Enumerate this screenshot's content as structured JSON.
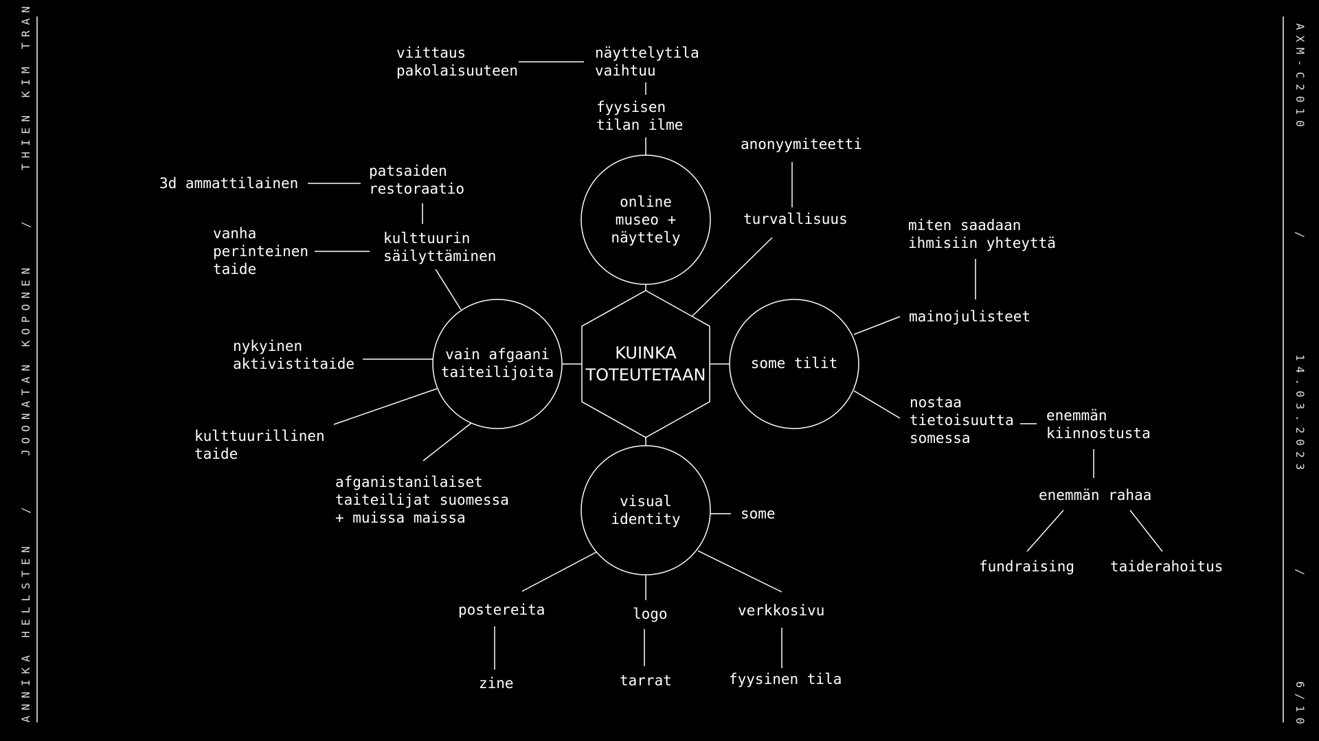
{
  "side_left": {
    "author1": "ANNIKA HELLSTEN",
    "sep1": "/",
    "author2": "JOONATAN KOPONEN",
    "sep2": "/",
    "author3": "THIEN KIM TRAN"
  },
  "side_right": {
    "course": "AXM-C2010",
    "sep1": "/",
    "date": "14.03.2023",
    "sep2": "/",
    "page": "6/10"
  },
  "center": "KUINKA\nTOTEUTETAAN",
  "hubs": {
    "online": "online\nmuseo +\nnäyttely",
    "afgaani": "vain afgaani\ntaiteilijoita",
    "some": "some tilit",
    "visual": "visual\nidentity"
  },
  "nodes": {
    "viittaus": "viittaus\npakolaisuuteen",
    "nayttelytila": "näyttelytila\nvaihtuu",
    "fyysisen": "fyysisen\ntilan ilme",
    "anonyymiteetti": "anonyymiteetti",
    "turvallisuus": "turvallisuus",
    "ammattilainen": "3d ammattilainen",
    "patsaiden": "patsaiden\nrestoraatio",
    "vanha": "vanha\nperinteinen\ntaide",
    "kulttuurin": "kulttuurin\nsäilyttäminen",
    "nykyinen": "nykyinen\naktivistitaide",
    "kulttuurillinen": "kulttuurillinen\ntaide",
    "afganistanilaiset": "afganistanilaiset\ntaiteilijat suomessa\n+ muissa maissa",
    "miten": "miten saadaan\nihmisiin yhteyttä",
    "mainojulisteet": "mainojulisteet",
    "nostaa": "nostaa\ntietoisuutta\nsomessa",
    "kiinnostusta": "enemmän\nkiinnostusta",
    "rahaa": "enemmän rahaa",
    "fundraising": "fundraising",
    "taiderahoitus": "taiderahoitus",
    "some_small": "some",
    "postereita": "postereita",
    "logo": "logo",
    "verkkosivu": "verkkosivu",
    "zine": "zine",
    "tarrat": "tarrat",
    "fyysinen_tila": "fyysinen tila"
  }
}
